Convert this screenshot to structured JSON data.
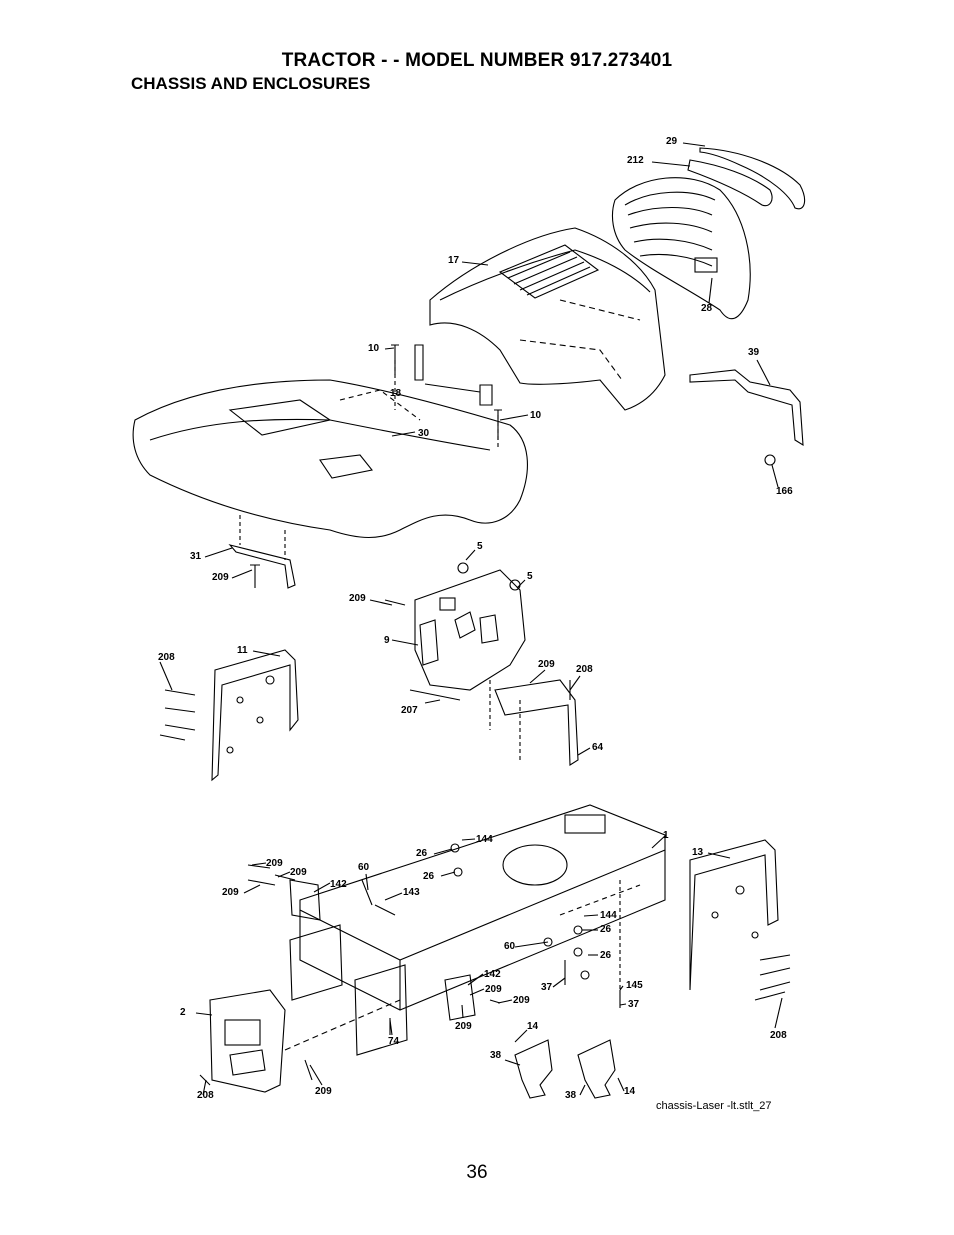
{
  "header": {
    "title": "TRACTOR - - MODEL NUMBER  917.273401",
    "subtitle": "CHASSIS AND ENCLOSURES"
  },
  "diagram": {
    "callouts": [
      "29",
      "212",
      "17",
      "28",
      "39",
      "166",
      "10",
      "18",
      "10",
      "30",
      "31",
      "209",
      "5",
      "5",
      "209",
      "9",
      "209",
      "208",
      "207",
      "64",
      "11",
      "208",
      "1",
      "144",
      "26",
      "26",
      "209",
      "209",
      "209",
      "142",
      "60",
      "143",
      "144",
      "26",
      "60",
      "26",
      "142",
      "209",
      "209",
      "37",
      "145",
      "37",
      "209",
      "74",
      "2",
      "14",
      "38",
      "38",
      "14",
      "208",
      "13",
      "208",
      "209"
    ],
    "caption": "chassis-Laser -lt.stlt_27"
  },
  "footer": {
    "page_number": "36"
  }
}
